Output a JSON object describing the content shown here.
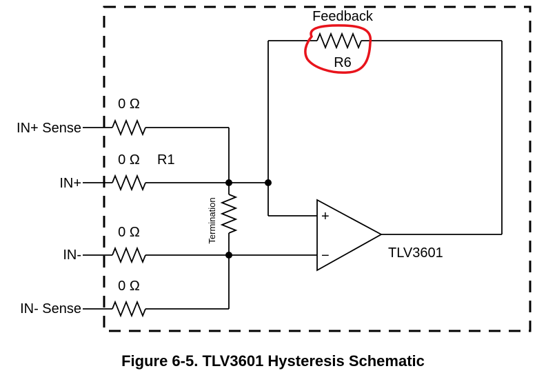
{
  "diagram": {
    "inputs": {
      "in_plus_sense": "IN+ Sense",
      "in_plus": "IN+",
      "in_minus": "IN-",
      "in_minus_sense": "IN- Sense"
    },
    "resistor_values": {
      "r_in_plus_sense": "0 Ω",
      "r_in_plus": "0 Ω",
      "r_in_minus": "0 Ω",
      "r_in_minus_sense": "0 Ω"
    },
    "r1_label": "R1",
    "termination_label": "Termination",
    "feedback_label": "Feedback",
    "r6_label": "R6",
    "opamp": {
      "name": "TLV3601",
      "plus_symbol": "+",
      "minus_symbol": "−"
    },
    "highlight_color": "#e8141c",
    "caption": "Figure 6-5. TLV3601 Hysteresis Schematic"
  }
}
